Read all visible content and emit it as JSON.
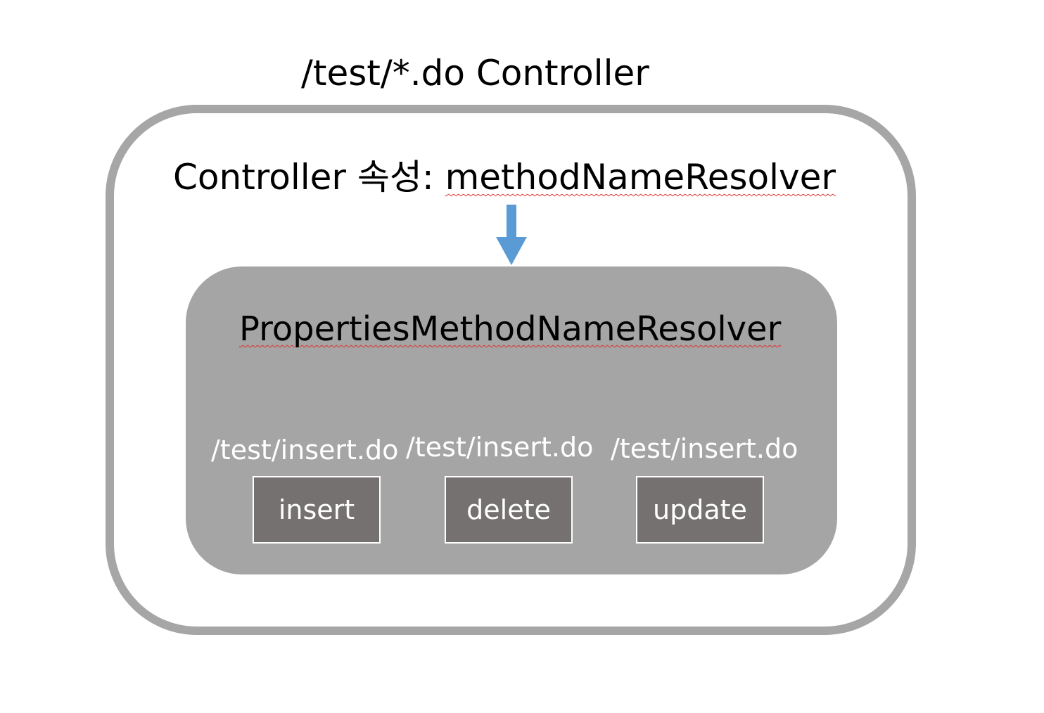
{
  "controller": {
    "title": "/test/*.do Controller",
    "attribute_prefix": "Controller 속성: ",
    "attribute_value": "methodNameResolver"
  },
  "resolver": {
    "title": "PropertiesMethodNameResolver",
    "methods": [
      {
        "path": "/test/insert.do",
        "name": "insert"
      },
      {
        "path": "/test/insert.do",
        "name": "delete"
      },
      {
        "path": "/test/insert.do",
        "name": "update"
      }
    ]
  },
  "colors": {
    "outer_border": "#a6a6a6",
    "inner_fill": "#a5a5a5",
    "method_fill": "#767171",
    "arrow": "#5b9bd5"
  },
  "icons": {
    "arrow": "arrow-down-icon"
  }
}
